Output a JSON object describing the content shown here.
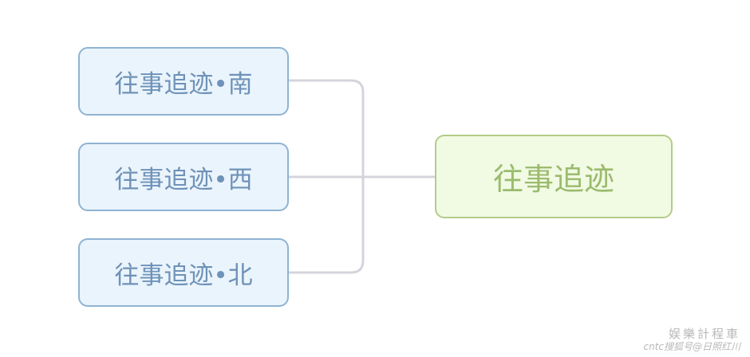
{
  "root": {
    "label": "往事追迹"
  },
  "children": [
    {
      "label": "往事追迹•南"
    },
    {
      "label": "往事追迹•西"
    },
    {
      "label": "往事追迹•北"
    }
  ],
  "colors": {
    "child_border": "#8fb3d3",
    "child_fill": "#eaf4fc",
    "root_border": "#b3cc8a",
    "root_fill": "#f1fae3",
    "connector": "#d4d4dc"
  },
  "watermark": {
    "line1": "娱樂計程車",
    "line2": "cntc搜狐号@日照红川"
  }
}
